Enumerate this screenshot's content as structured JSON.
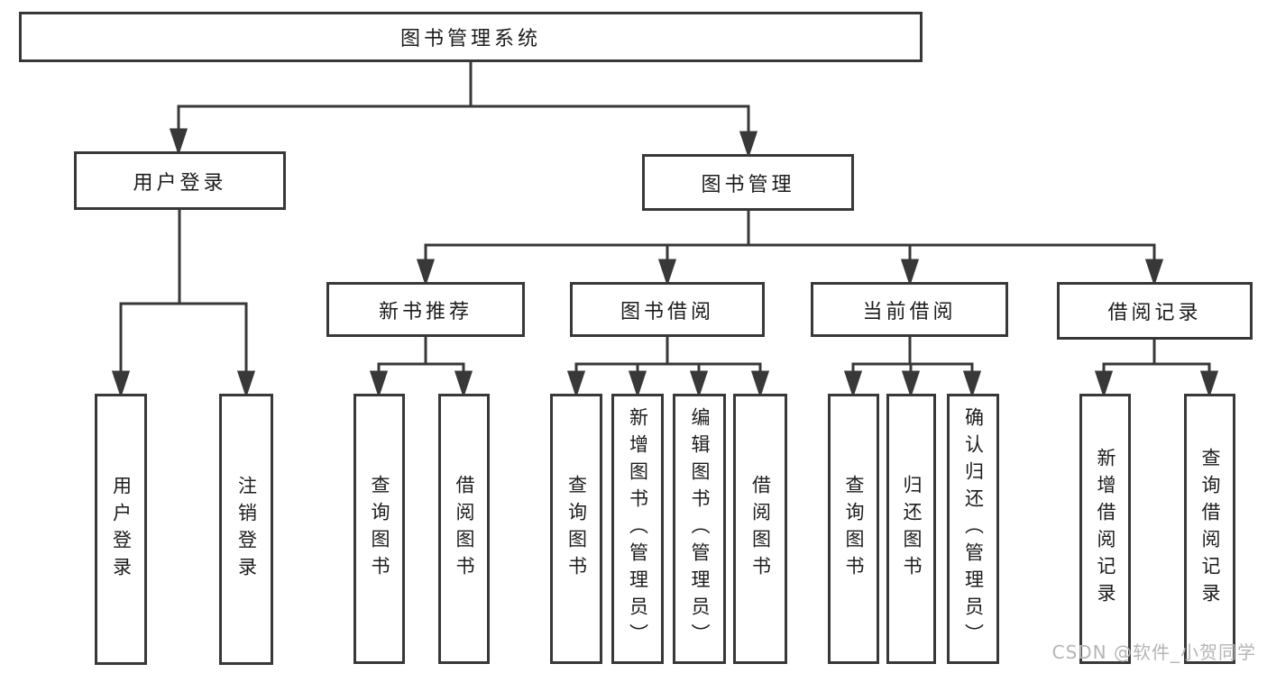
{
  "page": {
    "background": "#ffffff"
  },
  "watermark": {
    "text": "CSDN @软件_小贺同学",
    "color": "#b5b5b5"
  },
  "diagram": {
    "type": "tree",
    "line_color": "#383838",
    "text_color": "#1c1c1c",
    "root": {
      "label": "图书管理系统"
    },
    "branches": [
      {
        "label": "用户登录",
        "children": [
          {
            "label": "用户登录"
          },
          {
            "label": "注销登录"
          }
        ]
      },
      {
        "label": "图书管理",
        "children": [
          {
            "label": "新书推荐",
            "children": [
              {
                "label": "查询图书"
              },
              {
                "label": "借阅图书"
              }
            ]
          },
          {
            "label": "图书借阅",
            "children": [
              {
                "label": "查询图书"
              },
              {
                "label": "新增图书（管理员）"
              },
              {
                "label": "编辑图书（管理员）"
              },
              {
                "label": "借阅图书"
              }
            ]
          },
          {
            "label": "当前借阅",
            "children": [
              {
                "label": "查询图书"
              },
              {
                "label": "归还图书"
              },
              {
                "label": "确认归还（管理员）"
              }
            ]
          },
          {
            "label": "借阅记录",
            "children": [
              {
                "label": "新增借阅记录"
              },
              {
                "label": "查询借阅记录"
              }
            ]
          }
        ]
      }
    ]
  }
}
